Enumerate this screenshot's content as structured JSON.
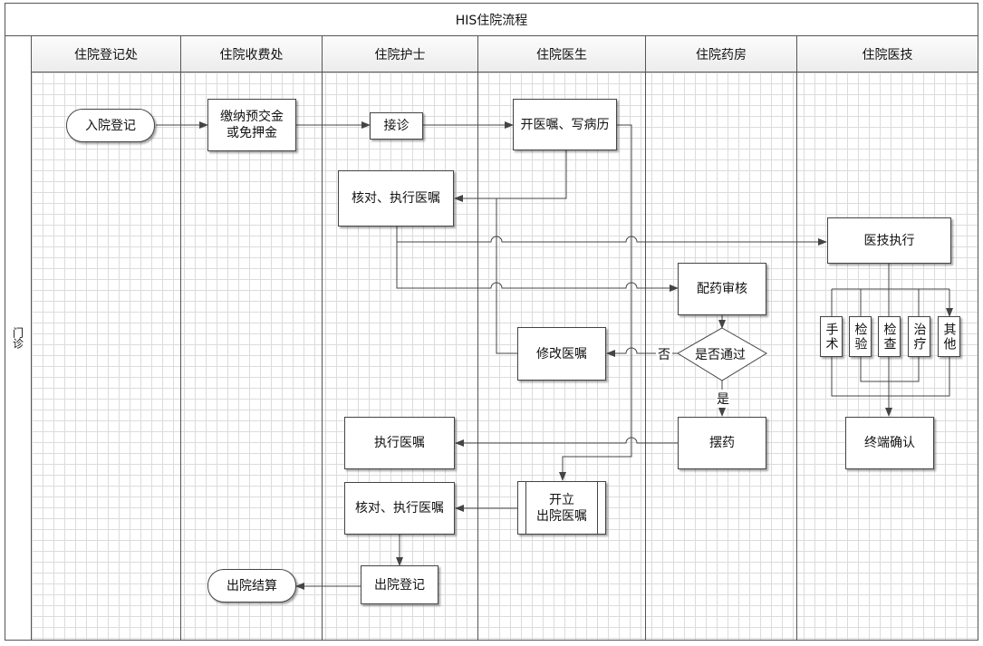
{
  "title": "HIS住院流程",
  "side_label": "门诊",
  "lanes": [
    "住院登记处",
    "住院收费处",
    "住院护士",
    "住院医生",
    "住院药房",
    "住院医技"
  ],
  "nodes": {
    "admission_registration": "入院登记",
    "pay_deposit": "缴纳预交金\n或免押金",
    "receive_patient": "接诊",
    "write_orders": "开医嘱、写病历",
    "check_execute_orders_1": "核对、执行医嘱",
    "medtech_execute": "医技执行",
    "dispense_review": "配药审核",
    "pass_decision": "是否通过",
    "modify_orders": "修改医嘱",
    "execute_orders": "执行医嘱",
    "dispense_medicine": "摆药",
    "discharge_order": "开立\n出院医嘱",
    "check_execute_orders_2": "核对、执行医嘱",
    "discharge_registration": "出院登记",
    "discharge_settlement": "出院结算",
    "surgery": "手术",
    "lab_test": "检验",
    "examination": "检查",
    "treatment": "治疗",
    "other": "其他",
    "terminal_confirm": "终端确认"
  },
  "decision_labels": {
    "no": "否",
    "yes": "是"
  },
  "colors": {
    "line": "#444444",
    "grid": "#dcdcdc",
    "lane_border": "#555555"
  }
}
